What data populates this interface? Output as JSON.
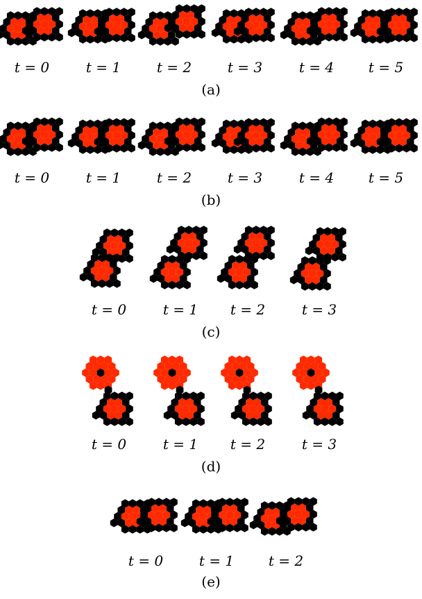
{
  "colors": {
    "black": "#000000",
    "red": "#ff2a00",
    "background": "#ffffff"
  },
  "panels": [
    {
      "id": "a",
      "caption": "(a)",
      "timesteps": [
        {
          "label": "t = 0",
          "config": "separated"
        },
        {
          "label": "t = 1",
          "config": "joined"
        },
        {
          "label": "t = 2",
          "config": "separated-offset"
        },
        {
          "label": "t = 3",
          "config": "joined-tight"
        },
        {
          "label": "t = 4",
          "config": "separated"
        },
        {
          "label": "t = 5",
          "config": "joined"
        }
      ]
    },
    {
      "id": "b",
      "caption": "(b)",
      "timesteps": [
        {
          "label": "t = 0",
          "config": "separated"
        },
        {
          "label": "t = 1",
          "config": "joined"
        },
        {
          "label": "t = 2",
          "config": "separated"
        },
        {
          "label": "t = 3",
          "config": "joined-tight"
        },
        {
          "label": "t = 4",
          "config": "separated"
        },
        {
          "label": "t = 5",
          "config": "joined"
        }
      ]
    },
    {
      "id": "c",
      "caption": "(c)",
      "timesteps": [
        {
          "label": "t = 0",
          "config": "stacked"
        },
        {
          "label": "t = 1",
          "config": "split-small"
        },
        {
          "label": "t = 2",
          "config": "split-small"
        },
        {
          "label": "t = 3",
          "config": "split-far"
        }
      ]
    },
    {
      "id": "d",
      "caption": "(d)",
      "timesteps": [
        {
          "label": "t = 0",
          "config": "ring-and-cluster"
        },
        {
          "label": "t = 1",
          "config": "ring-and-cluster"
        },
        {
          "label": "t = 2",
          "config": "ring-and-cluster"
        },
        {
          "label": "t = 3",
          "config": "ring-and-cluster"
        }
      ]
    },
    {
      "id": "e",
      "caption": "(e)",
      "timesteps": [
        {
          "label": "t = 0",
          "config": "joined"
        },
        {
          "label": "t = 1",
          "config": "joined"
        },
        {
          "label": "t = 2",
          "config": "separated"
        }
      ]
    }
  ]
}
